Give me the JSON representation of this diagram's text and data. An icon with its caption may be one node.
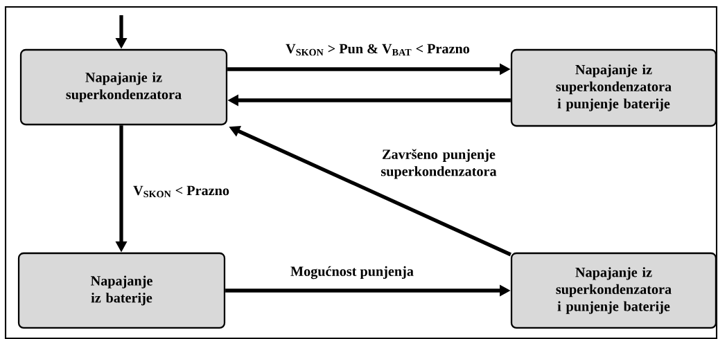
{
  "diagram": {
    "nodes": [
      {
        "text": [
          "Napajanje iz superkondenzatora"
        ]
      },
      {
        "text": [
          "Napajanje iz superkondenzatora i punjenje baterije"
        ]
      },
      {
        "text": [
          "Napajanje iz baterije"
        ]
      },
      {
        "text": [
          "Napajanje iz superkondenzatora i punjenje baterije"
        ]
      }
    ],
    "edges": [
      {
        "from": null,
        "to": 0,
        "arrow": "to"
      },
      {
        "from": 0,
        "to": 1,
        "arrow": "to",
        "label": "V$_{SKON}$ > Pun & V$_{BAT}$ < Prazno"
      },
      {
        "from": 1,
        "to": 0,
        "arrow": "to"
      },
      {
        "from": 0,
        "to": 2,
        "arrow": "to",
        "label": "V$_{SKON}$ < Prazno"
      },
      {
        "from": 2,
        "to": 3,
        "arrow": "to",
        "label": "Mogućnost punjenja"
      },
      {
        "from": 3,
        "to": 0,
        "arrow": "to",
        "label": "Završeno punjenje superkondenzatora"
      }
    ]
  }
}
